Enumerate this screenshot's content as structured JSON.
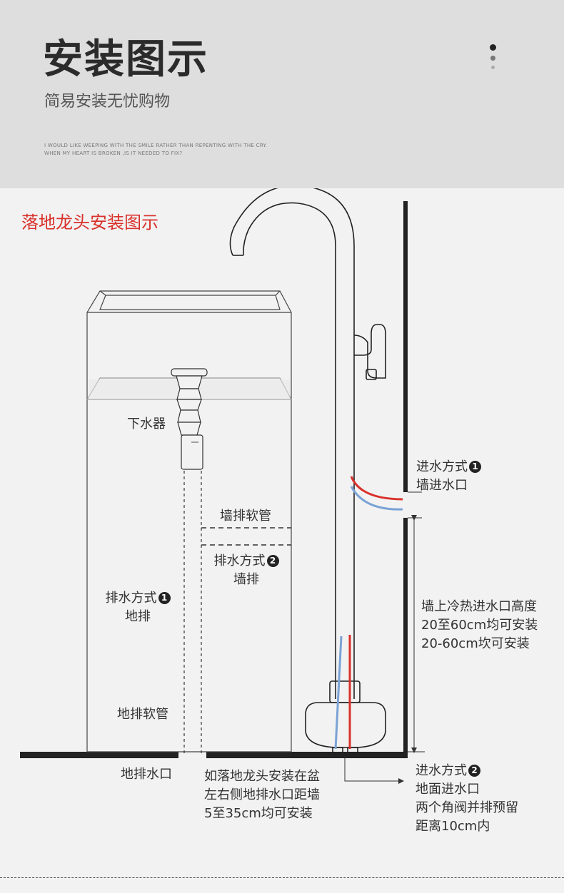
{
  "header": {
    "title": "安装图示",
    "subtitle": "简易安装无忧购物",
    "english_line1": "I WOULD LIKE WEEPING WITH THE SMILE RATHER THAN REPENTING WITH THE CRY.",
    "english_line2": "WHEN MY HEART IS BROKEN ,IS IT NEEDED TO FIX?"
  },
  "diagram": {
    "title": "落地龙头安装图示",
    "labels": {
      "drain": "下水器",
      "wall_drain_hose": "墙排软管",
      "drain_method_2": "排水方式",
      "drain_method_2_num": "2",
      "drain_method_2_sub": "墙排",
      "drain_method_1": "排水方式",
      "drain_method_1_num": "1",
      "drain_method_1_sub": "地排",
      "floor_drain_hose": "地排软管",
      "floor_drain_outlet": "地排水口",
      "floor_note_line1": "如落地龙头安装在盆",
      "floor_note_line2": "左右侧地排水口距墙",
      "floor_note_line3": "5至35cm均可安装",
      "inlet_method_1": "进水方式",
      "inlet_method_1_num": "1",
      "inlet_method_1_sub": "墙进水口",
      "wall_height_line1": "墙上冷热进水口高度",
      "wall_height_line2": "20至60cm均可安装",
      "wall_height_line3": "20-60cm坎可安装",
      "inlet_method_2": "进水方式",
      "inlet_method_2_num": "2",
      "inlet_method_2_line1": "地面进水口",
      "inlet_method_2_line2": "两个角阀并排预留",
      "inlet_method_2_line3": "距离10cm内"
    },
    "colors": {
      "hot_pipe": "#d9312b",
      "cold_pipe": "#7aa2d6",
      "accent": "#d9312b",
      "line": "#333333"
    }
  }
}
